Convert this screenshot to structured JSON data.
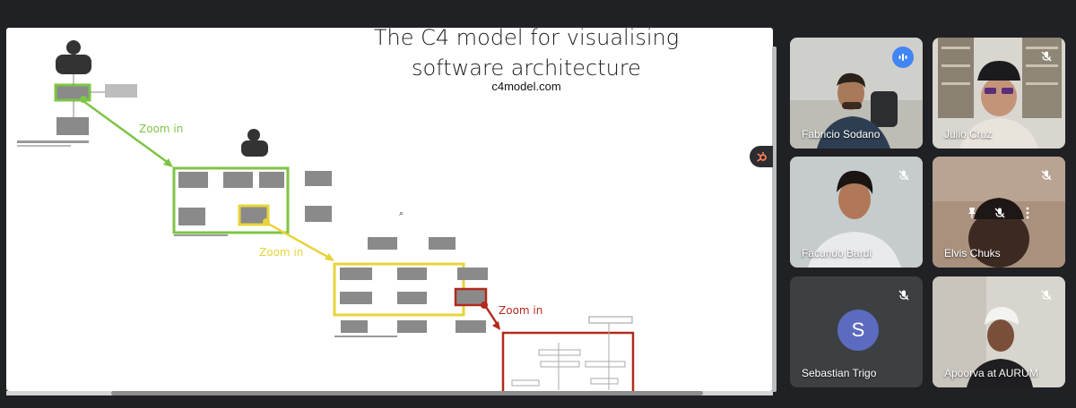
{
  "presentation": {
    "title": "The C4 model for visualising software architecture",
    "title_line1": "The C4 model for visualising",
    "title_line2": "software architecture",
    "link": "c4model.com",
    "zoom_labels": [
      "Zoom in",
      "Zoom in",
      "Zoom in"
    ],
    "colors": {
      "green": "#7ec445",
      "yellow": "#e7d43a",
      "red": "#b22a1c"
    }
  },
  "participants": [
    {
      "name": "Fabricio Sodano",
      "state": "speaking",
      "icon": "audio-level-icon"
    },
    {
      "name": "Julio Cruz",
      "state": "muted",
      "icon": "mic-off-icon"
    },
    {
      "name": "Facundo Bardi",
      "state": "muted",
      "icon": "mic-off-icon"
    },
    {
      "name": "Elvis Chuks",
      "state": "muted",
      "icon": "mic-off-icon"
    },
    {
      "name": "Sebastian Trigo",
      "state": "muted",
      "icon": "mic-off-icon",
      "avatar_initial": "S"
    },
    {
      "name": "Apoorva at AURUM",
      "state": "muted",
      "icon": "mic-off-icon"
    }
  ],
  "accent_color": "#8ab4f8"
}
